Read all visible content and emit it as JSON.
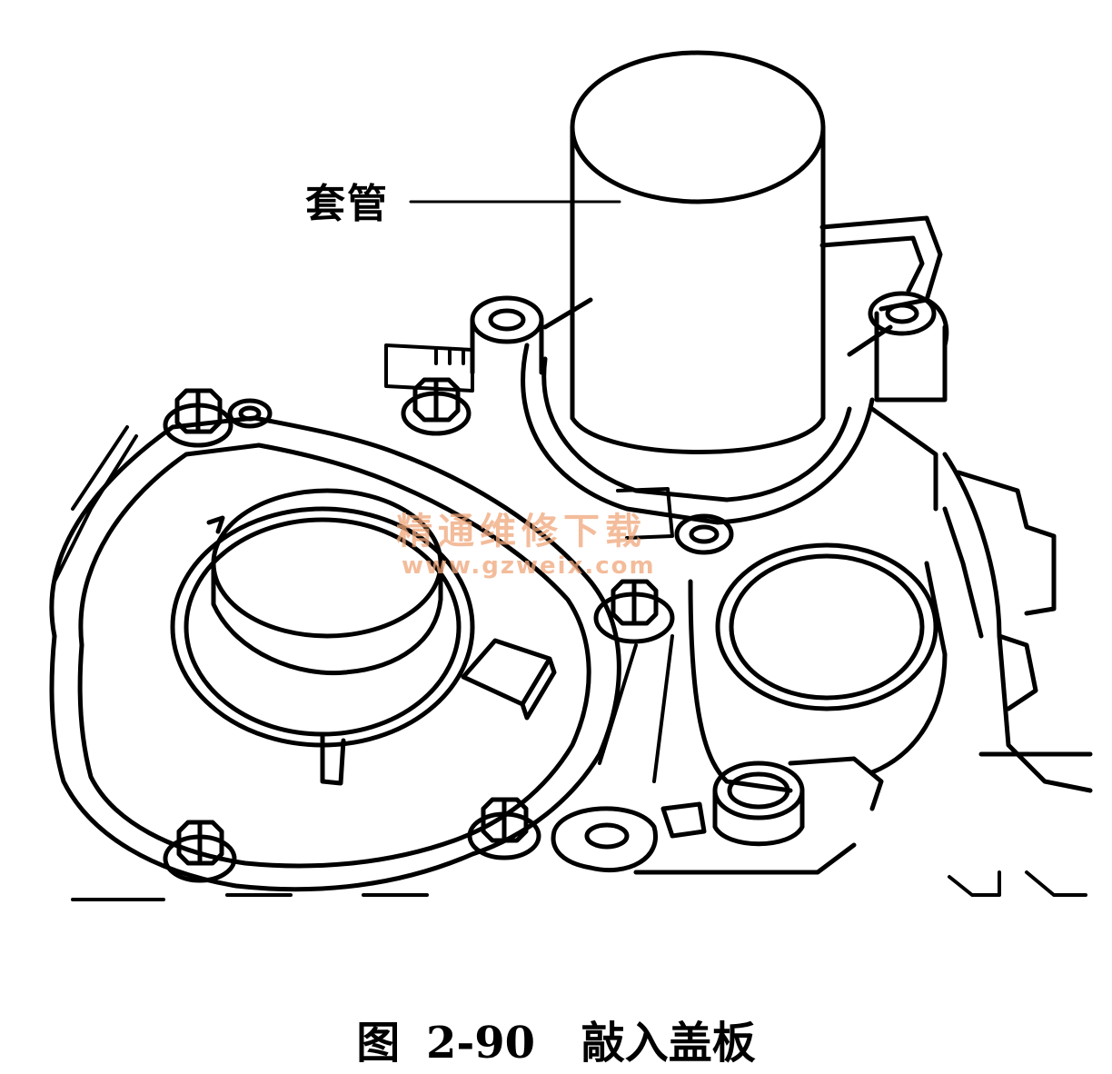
{
  "figure": {
    "callout": {
      "label": "套管"
    },
    "caption": {
      "figure_prefix": "图",
      "number": "2-90",
      "title": "敲入盖板"
    },
    "watermark": {
      "name": "精通维修下载",
      "url": "www.gzweix.com"
    }
  }
}
